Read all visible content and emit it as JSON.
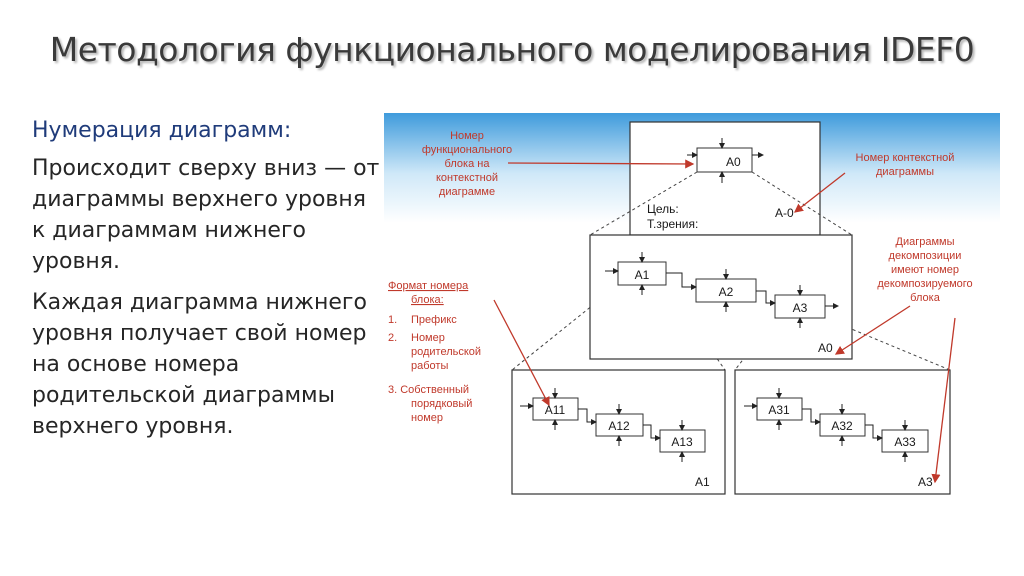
{
  "slide": {
    "title": "Методология функционального моделирования IDEF0",
    "subheading": "Нумерация диаграмм:",
    "paragraphs": [
      "Происходит сверху вниз — от диаграммы верхнего уровня к диаграммам нижнего уровня.",
      "Каждая диаграмма нижнего уровня получает свой номер на основе номера родительской диаграммы верхнего уровня."
    ]
  },
  "diagram": {
    "context": {
      "block": "A0",
      "goal": "Цель:",
      "viewpoint": "Т.зрения:",
      "label": "A-0"
    },
    "level1": {
      "blocks": [
        "A1",
        "A2",
        "A3"
      ],
      "label": "A0"
    },
    "level2_left": {
      "blocks": [
        "A11",
        "A12",
        "A13"
      ],
      "label": "A1"
    },
    "level2_right": {
      "blocks": [
        "A31",
        "A32",
        "A33"
      ],
      "label": "A3"
    },
    "notes": {
      "block_number": [
        "Номер",
        "функционального",
        "блока на",
        "контекстной",
        "диаграмме"
      ],
      "context_number": [
        "Номер контекстной",
        "диаграммы"
      ],
      "decomposition": [
        "Диаграммы",
        "декомпозиции",
        "имеют номер",
        "декомпозируемого",
        "блока"
      ],
      "format_title": [
        "Формат номера",
        "блока:"
      ],
      "format_items": [
        "1.",
        "Префикс",
        "2.",
        "Номер",
        "родительской",
        "работы",
        "3. Собственный",
        "порядковый",
        "номер"
      ]
    },
    "colors": {
      "notes": "#c0392b",
      "sky_top": "#3f9bdc",
      "sky_bottom": "#ffffff"
    }
  }
}
